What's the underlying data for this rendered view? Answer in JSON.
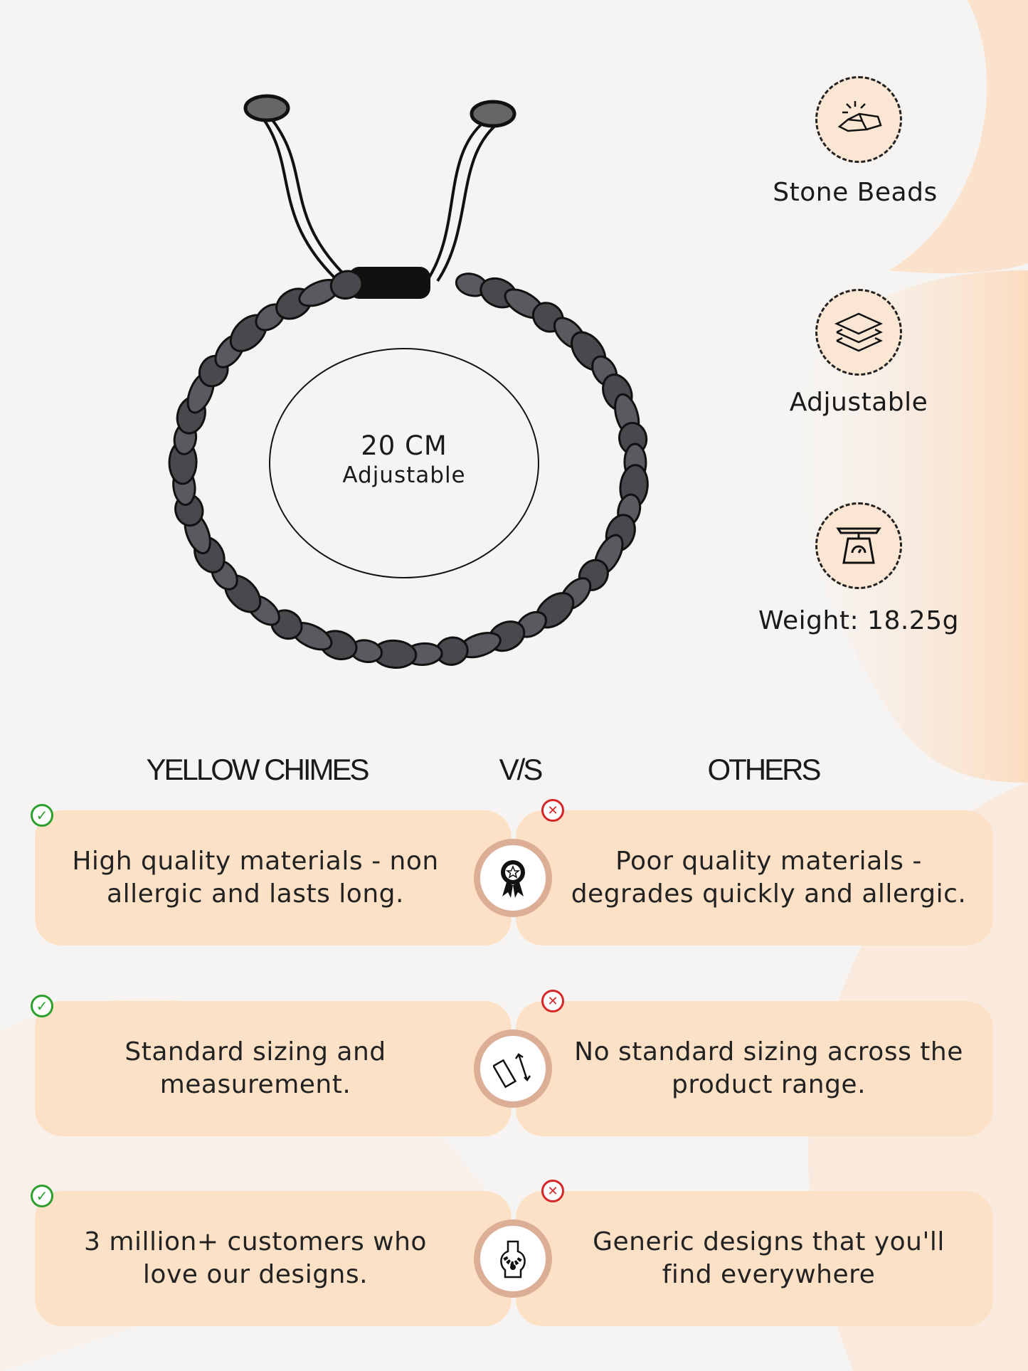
{
  "colors": {
    "card": "#fde1c6",
    "accent_ring": "#dcae96",
    "check": "#2ca02c",
    "cross": "#d62728"
  },
  "product": {
    "size": "20 CM",
    "size_note": "Adjustable"
  },
  "features": [
    {
      "icon": "gold-bars-icon",
      "label": "Stone Beads"
    },
    {
      "icon": "layers-icon",
      "label": "Adjustable"
    },
    {
      "icon": "weighing-scale-icon",
      "label": "Weight: 18.25g"
    }
  ],
  "comparison": {
    "left_header": "YELLOW CHIMES",
    "vs": "V/S",
    "right_header": "OTHERS",
    "rows": [
      {
        "ours": "High quality materials - non allergic and lasts long.",
        "others": "Poor quality materials - degrades quickly and allergic.",
        "icon": "award-ribbon-icon"
      },
      {
        "ours": "Standard sizing and measurement.",
        "others": "No standard sizing across the product range.",
        "icon": "ruler-measure-icon"
      },
      {
        "ours": "3 million+ customers who love our designs.",
        "others": "Generic designs that you'll find everywhere",
        "icon": "jewelry-bust-icon"
      }
    ]
  }
}
